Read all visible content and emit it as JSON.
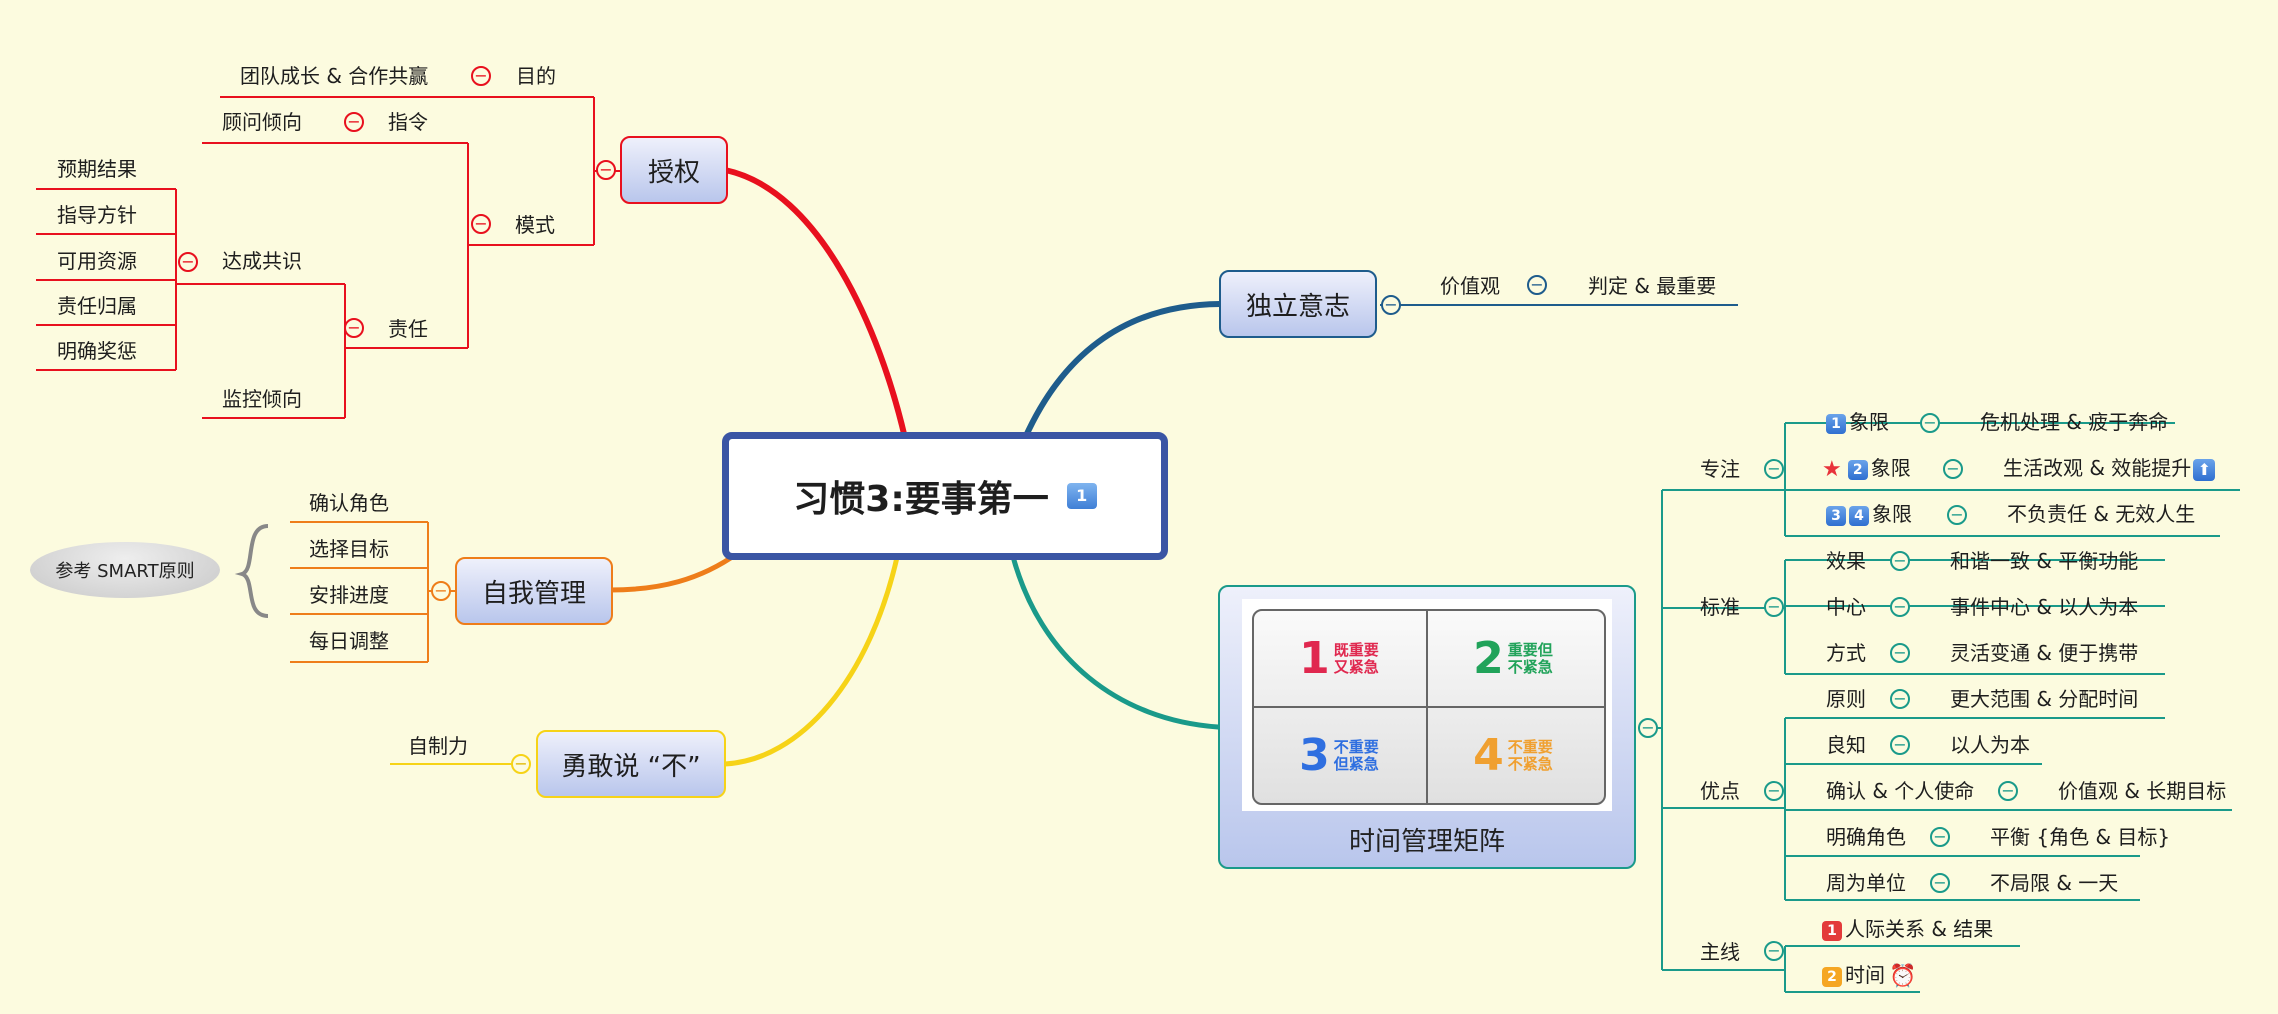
{
  "central": {
    "title": "习惯3:要事第一",
    "icon": "1-top-icon"
  },
  "authorize": {
    "label": "授权",
    "purpose": "目的",
    "purpose_detail": "团队成长 & 合作共赢",
    "mode": "模式",
    "instruction": "指令",
    "instruction_detail": "顾问倾向",
    "responsibility": "责任",
    "consensus": "达成共识",
    "consensus_items": [
      "预期结果",
      "指导方针",
      "可用资源",
      "责任归属",
      "明确奖惩"
    ],
    "monitor": "监控倾向"
  },
  "self_manage": {
    "label": "自我管理",
    "items": [
      "确认角色",
      "选择目标",
      "安排进度",
      "每日调整"
    ],
    "reference": "参考 SMART原则"
  },
  "say_no": {
    "label": "勇敢说 “不”",
    "child": "自制力"
  },
  "independent": {
    "label": "独立意志",
    "value": "价值观",
    "value_detail": "判定 & 最重要"
  },
  "matrix": {
    "label": "时间管理矩阵",
    "quadrants": [
      {
        "num": "1",
        "text": "既重要\n又紧急",
        "color": "#e0284f"
      },
      {
        "num": "2",
        "text": "重要但\n不紧急",
        "color": "#21a35a"
      },
      {
        "num": "3",
        "text": "不重要\n但紧急",
        "color": "#2f6fe0"
      },
      {
        "num": "4",
        "text": "不重要\n不紧急",
        "color": "#f0a030"
      }
    ],
    "focus": {
      "label": "专注",
      "q1_label": "象限",
      "q1_num": "1",
      "q1_detail": "危机处理 & 疲于奔命",
      "q2_label": "象限",
      "q2_num": "2",
      "q2_detail": "生活改观 & 效能提升",
      "q34_label": "象限",
      "q34_nums": [
        "3",
        "4"
      ],
      "q34_detail": "不负责任 & 无效人生"
    },
    "standard": {
      "label": "标准",
      "rows": [
        {
          "k": "效果",
          "v": "和谐一致 & 平衡功能"
        },
        {
          "k": "中心",
          "v": "事件中心 & 以人为本"
        },
        {
          "k": "方式",
          "v": "灵活变通 & 便于携带"
        }
      ]
    },
    "advantage": {
      "label": "优点",
      "rows": [
        {
          "k": "原则",
          "v": "更大范围 & 分配时间"
        },
        {
          "k": "良知",
          "v": "以人为本"
        },
        {
          "k": "确认 & 个人使命",
          "v": "价值观 & 长期目标"
        },
        {
          "k": "明确角色",
          "v": "平衡 {角色 & 目标}"
        },
        {
          "k": "周为单位",
          "v": "不局限 & 一天"
        }
      ]
    },
    "mainline": {
      "label": "主线",
      "items": [
        {
          "num": "1",
          "text": "人际关系 & 结果"
        },
        {
          "num": "2",
          "text": "时间"
        }
      ]
    }
  },
  "colors": {
    "background": "#fcfbdf",
    "red": "#e8101e",
    "blue": "#1e5c8c",
    "teal": "#1a9a8a",
    "orange": "#ee7d1a",
    "yellow": "#f6d317",
    "central_border": "#3a55a4"
  }
}
